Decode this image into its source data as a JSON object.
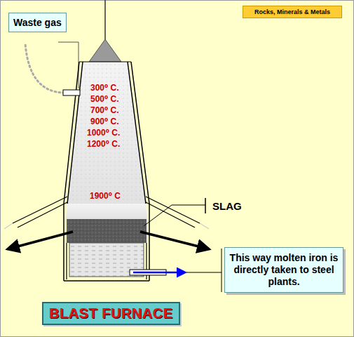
{
  "diagram": {
    "title": "BLAST FURNACE",
    "nodes": [
      {
        "text": [
          "Rocks, Minerals & Metals"
        ]
      },
      {
        "text": [
          "Waste gas"
        ]
      },
      {
        "text": [
          "SLAG"
        ]
      },
      {
        "text": [
          "This way molten iron is directly taken to steel plants."
        ]
      }
    ],
    "labels": [
      "300⁰ C.",
      "500⁰ C.",
      "700⁰ C.",
      "900⁰ C.",
      "1000⁰ C.",
      "1200⁰ C.",
      "1900⁰ C"
    ]
  }
}
